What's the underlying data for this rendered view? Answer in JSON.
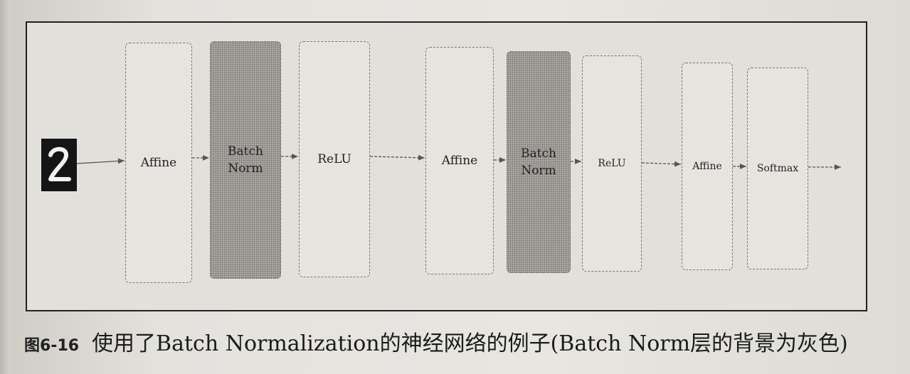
{
  "diagram": {
    "layers": [
      {
        "id": "affine-1",
        "label": "Affine",
        "shaded": false
      },
      {
        "id": "batchnorm-1",
        "label": "Batch\nNorm",
        "shaded": true
      },
      {
        "id": "relu-1",
        "label": "ReLU",
        "shaded": false
      },
      {
        "id": "affine-2",
        "label": "Affine",
        "shaded": false
      },
      {
        "id": "batchnorm-2",
        "label": "Batch\nNorm",
        "shaded": true
      },
      {
        "id": "relu-2",
        "label": "ReLU",
        "shaded": false
      },
      {
        "id": "affine-3",
        "label": "Affine",
        "shaded": false
      },
      {
        "id": "softmax",
        "label": "Softmax",
        "shaded": false
      }
    ]
  },
  "caption": {
    "number": "图6-16",
    "text": "使用了Batch Normalization的神经网络的例子(Batch Norm层的背景为灰色)"
  }
}
